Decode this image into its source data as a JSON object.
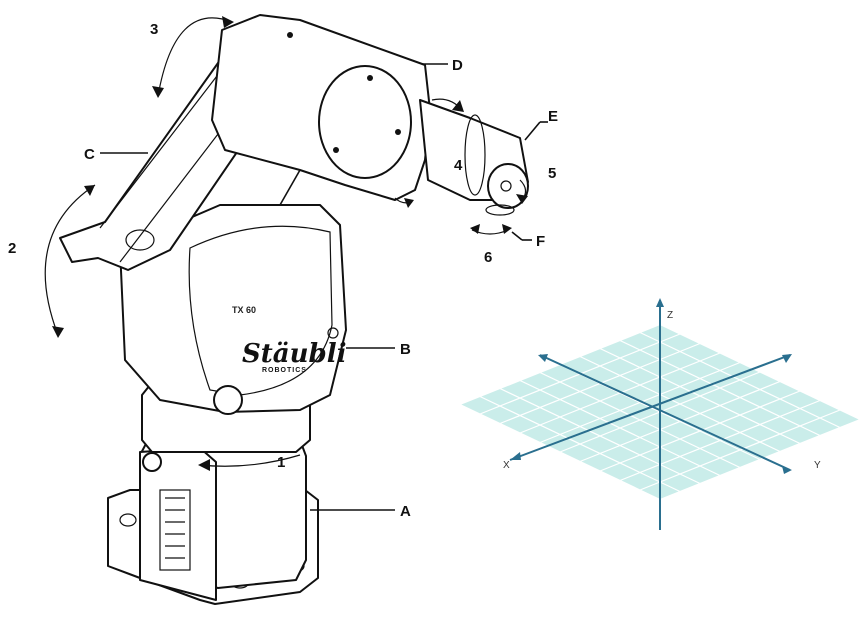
{
  "diagram": {
    "callouts": [
      {
        "id": "A",
        "text": "A"
      },
      {
        "id": "B",
        "text": "B"
      },
      {
        "id": "C",
        "text": "C"
      },
      {
        "id": "D",
        "text": "D"
      },
      {
        "id": "E",
        "text": "E"
      },
      {
        "id": "F",
        "text": "F"
      }
    ],
    "axes_numbers": [
      {
        "id": "1",
        "text": "1"
      },
      {
        "id": "2",
        "text": "2"
      },
      {
        "id": "3",
        "text": "3"
      },
      {
        "id": "4",
        "text": "4"
      },
      {
        "id": "5",
        "text": "5"
      },
      {
        "id": "6",
        "text": "6"
      }
    ],
    "robot_branding": {
      "logo_text": "Stäubli",
      "logo_subtext": "ROBOTICS",
      "model_text": "TX 60"
    },
    "coordinate_frame": {
      "z_label": "Z",
      "x_label": "X",
      "y_label": "Y",
      "grid_color": "#9fdfd8",
      "axis_color": "#2a6f8f"
    }
  }
}
